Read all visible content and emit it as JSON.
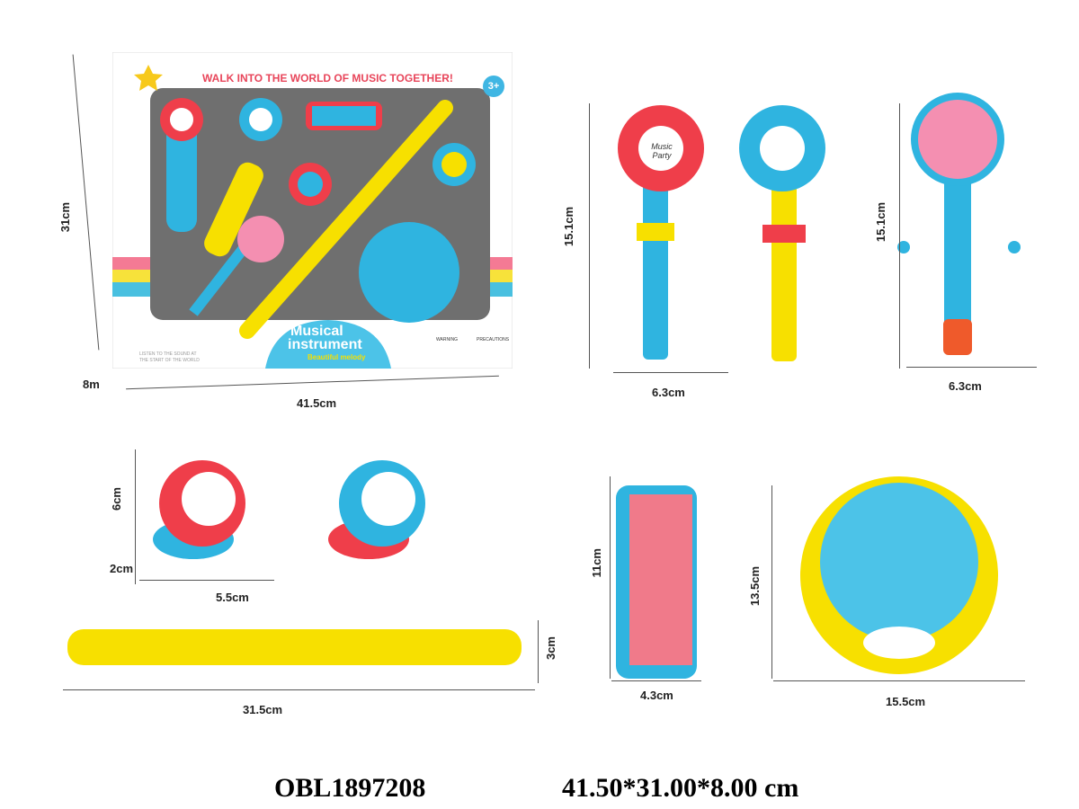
{
  "box": {
    "headline": "WALK INTO THE WORLD OF MUSIC TOGETHER!",
    "age": "3+",
    "title_1": "Musical",
    "title_2": "instrument",
    "subtitle": "Beautiful melody",
    "tagline_1": "LISTEN TO THE SOUND AT",
    "tagline_2": "THE START OF THE WORLD",
    "warning": "WARNING",
    "precautions": "PRECAUTIONS"
  },
  "toy_label": "Music Party",
  "dimensions": {
    "box_height": "31cm",
    "box_depth": "8m",
    "box_width": "41.5cm",
    "clapper_red_height": "15.1cm",
    "clapper_width": "6.3cm",
    "rattle_drum_height": "15.1cm",
    "rattle_drum_width": "6.3cm",
    "castanet_height": "6cm",
    "castanet_depth": "2cm",
    "castanet_width": "5.5cm",
    "recorder_height": "3cm",
    "recorder_length": "31.5cm",
    "harmonica_height": "11cm",
    "harmonica_width": "4.3cm",
    "tambourine_height": "13.5cm",
    "tambourine_width": "15.5cm"
  },
  "product_code": "OBL1897208",
  "package_size": "41.50*31.00*8.00 cm"
}
